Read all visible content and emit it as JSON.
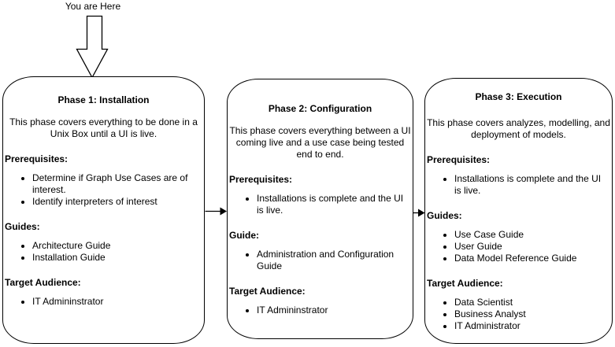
{
  "marker": {
    "label": "You are Here"
  },
  "phases": [
    {
      "title": "Phase 1: Installation",
      "description": "This phase covers everything to be done in a Unix Box until a UI is live.",
      "sections": [
        {
          "heading": "Prerequisites:",
          "items": [
            "Determine if Graph Use Cases are of interest.",
            "Identify interpreters of interest"
          ]
        },
        {
          "heading": "Guides:",
          "items": [
            "Architecture Guide",
            "Installation Guide"
          ]
        },
        {
          "heading": "Target Audience:",
          "items": [
            "IT Admininstrator"
          ]
        }
      ]
    },
    {
      "title": "Phase 2: Configuration",
      "description": "This phase covers everything between a UI coming live and a use case being tested end to end.",
      "sections": [
        {
          "heading": "Prerequisites:",
          "items": [
            "Installations is complete and the UI is live."
          ]
        },
        {
          "heading": "Guide:",
          "items": [
            "Administration and Configuration Guide"
          ]
        },
        {
          "heading": "Target Audience:",
          "items": [
            "IT Admininstrator"
          ]
        }
      ]
    },
    {
      "title": "Phase 3: Execution",
      "description": "This phase covers analyzes, modelling, and deployment of models.",
      "sections": [
        {
          "heading": "Prerequisites:",
          "items": [
            "Installations is complete and the UI is live."
          ]
        },
        {
          "heading": "Guides:",
          "items": [
            "Use Case Guide",
            "User Guide",
            "Data Model Reference Guide"
          ]
        },
        {
          "heading": "Target Audience:",
          "items": [
            "Data Scientist",
            "Business Analyst",
            "IT Administrator"
          ]
        }
      ]
    }
  ],
  "colors": {
    "background": "#ffffff",
    "stroke": "#000000",
    "text": "#000000"
  }
}
